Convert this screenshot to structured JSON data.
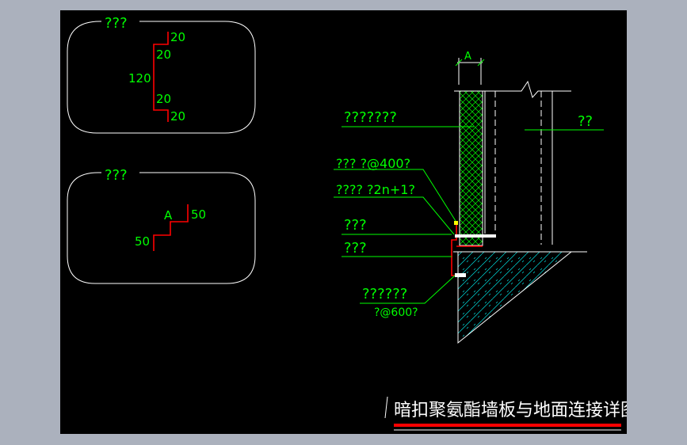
{
  "colors": {
    "viewer_bg": "#abb1bd",
    "canvas_bg": "#000000",
    "label": "#00ff00",
    "outline": "#ffffff",
    "profile": "#ff0000",
    "title_bar": "#ff0000",
    "insulation": "#00ff00",
    "hatch": "#00ffff"
  },
  "panel_top": {
    "heading": "???",
    "dims": [
      "20",
      "20",
      "120",
      "20",
      "20"
    ]
  },
  "panel_bottom": {
    "heading": "???",
    "label_a": "A",
    "dim_right": "50",
    "dim_left": "50"
  },
  "section": {
    "dim_a": "A",
    "labels": {
      "wall_panel": "???????",
      "bolt_top": "??? ?@400?",
      "bolt_spec": "???? ?2n+1?",
      "layer_1": "???",
      "layer_2": "???",
      "right_note": "??",
      "anchor": "??????",
      "anchor_spacing": "?@600?"
    }
  },
  "title": "暗扣聚氨酯墙板与地面连接详图"
}
